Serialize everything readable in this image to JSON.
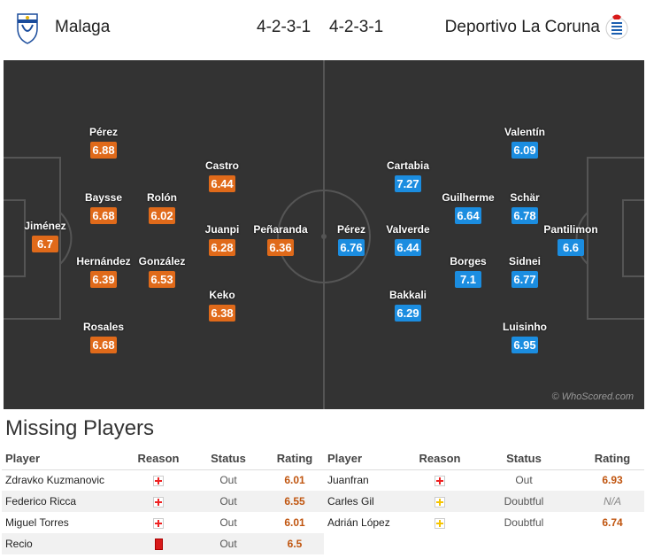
{
  "header": {
    "home_team": "Malaga",
    "away_team": "Deportivo La Coruna",
    "home_formation": "4-2-3-1",
    "away_formation": "4-2-3-1"
  },
  "pitch": {
    "watermark": "© WhoScored.com",
    "home_color": "#e06a1a",
    "away_color": "#1b8de0",
    "home_players": [
      {
        "name": "Jiménez",
        "rating": "6.7"
      },
      {
        "name": "Pérez",
        "rating": "6.88"
      },
      {
        "name": "Baysse",
        "rating": "6.68"
      },
      {
        "name": "Hernández",
        "rating": "6.39"
      },
      {
        "name": "Rosales",
        "rating": "6.68"
      },
      {
        "name": "Rolón",
        "rating": "6.02"
      },
      {
        "name": "González",
        "rating": "6.53"
      },
      {
        "name": "Castro",
        "rating": "6.44"
      },
      {
        "name": "Juanpi",
        "rating": "6.28"
      },
      {
        "name": "Keko",
        "rating": "6.38"
      },
      {
        "name": "Peñaranda",
        "rating": "6.36"
      }
    ],
    "away_players": [
      {
        "name": "Pérez",
        "rating": "6.76"
      },
      {
        "name": "Cartabia",
        "rating": "7.27"
      },
      {
        "name": "Valverde",
        "rating": "6.44"
      },
      {
        "name": "Bakkali",
        "rating": "6.29"
      },
      {
        "name": "Guilherme",
        "rating": "6.64"
      },
      {
        "name": "Borges",
        "rating": "7.1"
      },
      {
        "name": "Valentín",
        "rating": "6.09"
      },
      {
        "name": "Schär",
        "rating": "6.78"
      },
      {
        "name": "Sidnei",
        "rating": "6.77"
      },
      {
        "name": "Luisinho",
        "rating": "6.95"
      },
      {
        "name": "Pantilimon",
        "rating": "6.6"
      }
    ]
  },
  "missing": {
    "title": "Missing Players",
    "columns": [
      "Player",
      "Reason",
      "Status",
      "Rating"
    ],
    "home": [
      {
        "player": "Zdravko Kuzmanovic",
        "reason": "injury-icon",
        "status": "Out",
        "rating": "6.01"
      },
      {
        "player": "Federico Ricca",
        "reason": "injury-icon",
        "status": "Out",
        "rating": "6.55"
      },
      {
        "player": "Miguel Torres",
        "reason": "injury-icon",
        "status": "Out",
        "rating": "6.01"
      },
      {
        "player": "Recio",
        "reason": "red-card-icon",
        "status": "Out",
        "rating": "6.5"
      }
    ],
    "away": [
      {
        "player": "Juanfran",
        "reason": "injury-icon",
        "status": "Out",
        "rating": "6.93"
      },
      {
        "player": "Carles Gil",
        "reason": "doubtful-icon",
        "status": "Doubtful",
        "rating": "N/A"
      },
      {
        "player": "Adrián López",
        "reason": "doubtful-icon",
        "status": "Doubtful",
        "rating": "6.74"
      }
    ]
  }
}
